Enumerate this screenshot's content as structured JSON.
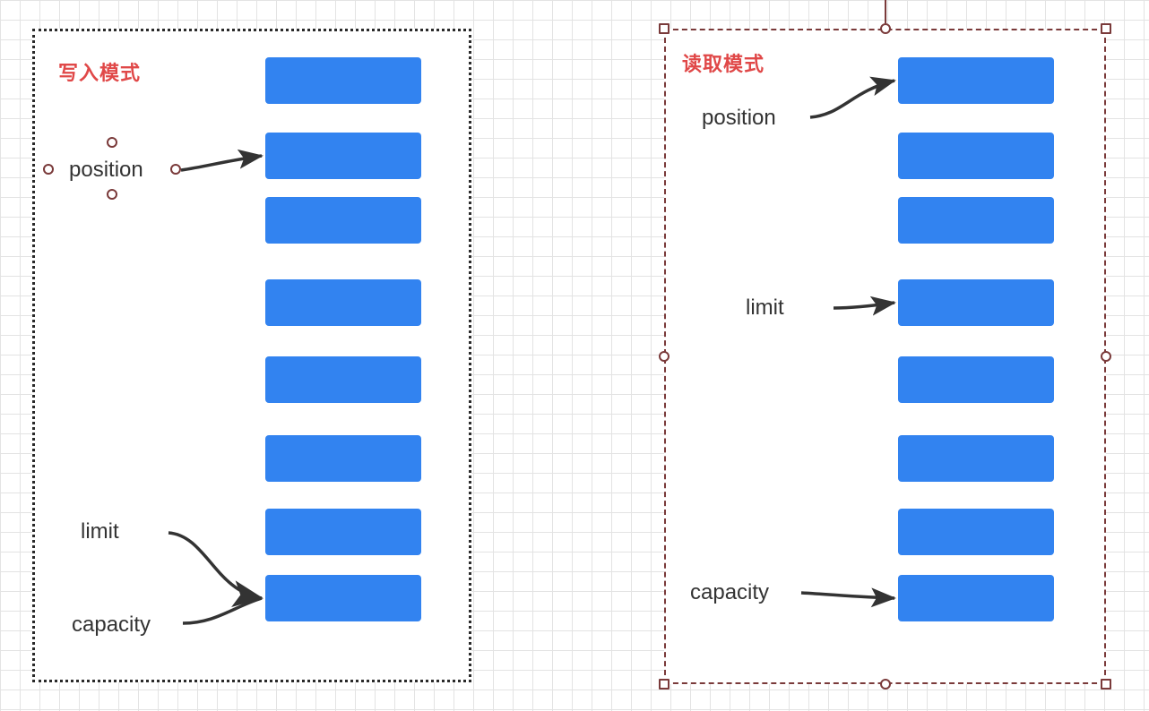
{
  "write_mode": {
    "title": "写入模式",
    "labels": {
      "position": "position",
      "limit": "limit",
      "capacity": "capacity"
    },
    "cell_count": 8
  },
  "read_mode": {
    "title": "读取模式",
    "labels": {
      "position": "position",
      "limit": "limit",
      "capacity": "capacity"
    },
    "cell_count": 8
  },
  "colors": {
    "cell": "#3283f0",
    "title": "#e04848",
    "text": "#333333",
    "selection": "#7a3a3a"
  }
}
